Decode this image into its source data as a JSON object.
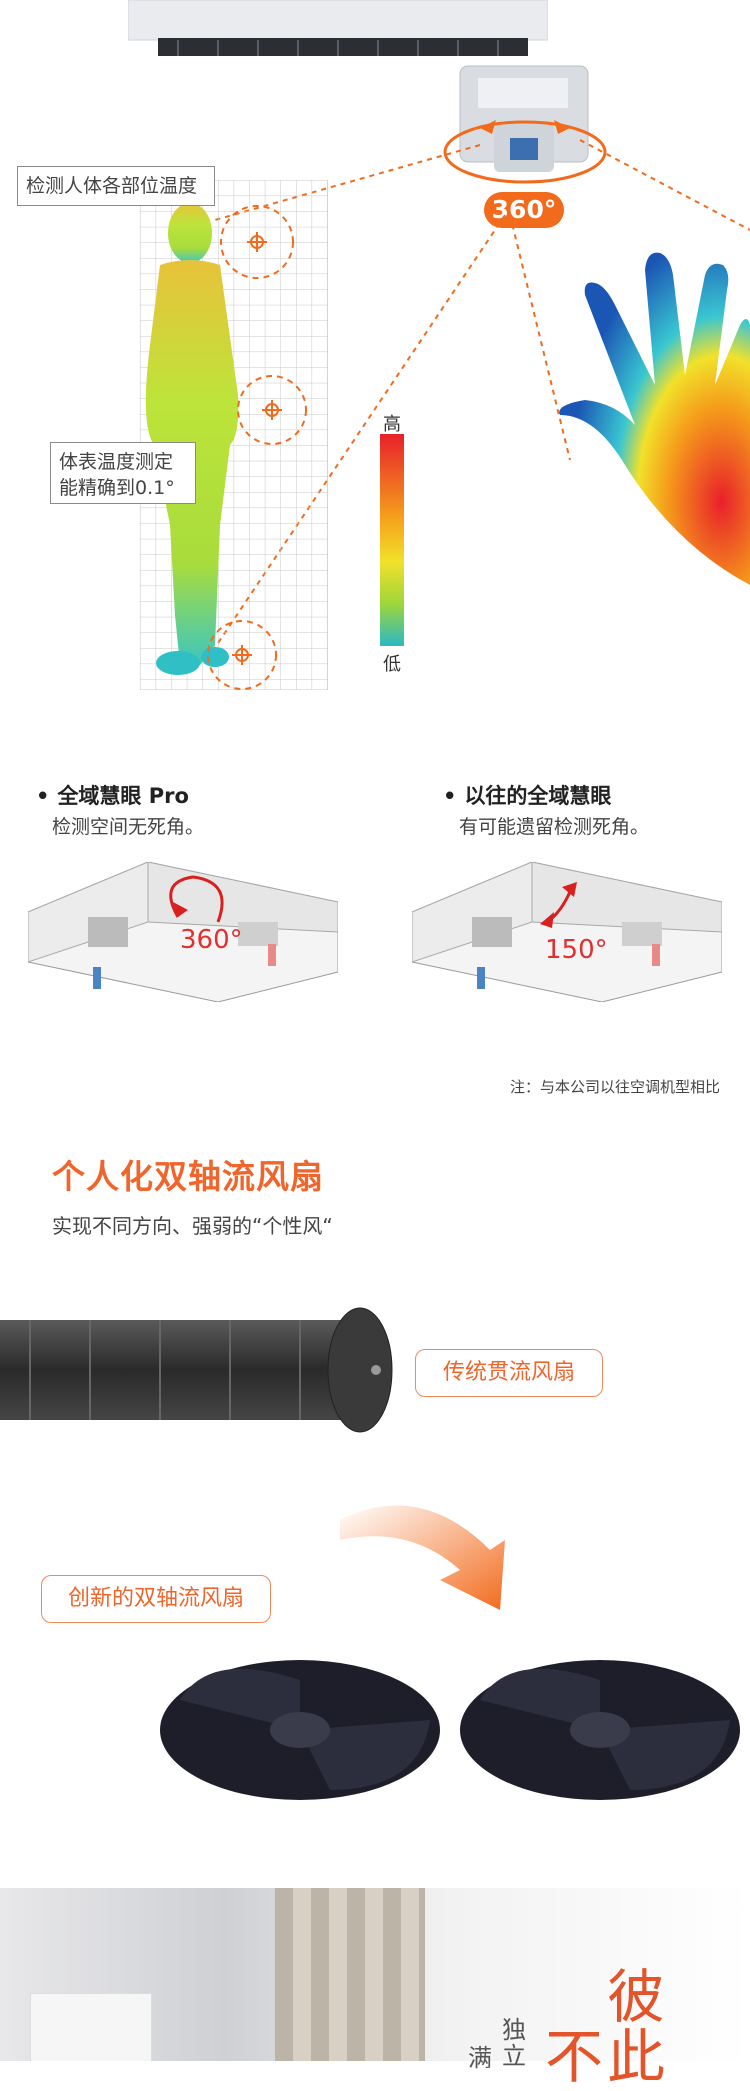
{
  "thermal": {
    "callout_body_temp": "检测人体各部位温度",
    "callout_precision": "体表温度测定能精确到0.1°",
    "sensor_angle": "360°",
    "legend_high": "高",
    "legend_low": "低"
  },
  "comparison": {
    "new": {
      "title": "全域慧眼 Pro",
      "desc": "检测空间无死角。",
      "angle": "360°"
    },
    "old": {
      "title": "以往的全域慧眼",
      "desc": "有可能遗留检测死角。",
      "angle": "150°"
    },
    "note": "注：与本公司以往空调机型相比"
  },
  "fan_section": {
    "title": "个人化双轴流风扇",
    "subtitle": "实现不同方向、强弱的“个性风“",
    "tag_traditional": "传统贯流风扇",
    "tag_innovative": "创新的双轴流风扇"
  },
  "bottom_banner": {
    "big_1": "彼",
    "big_2": "此",
    "big_3": "不",
    "small_1": "独",
    "small_2": "立",
    "small_3": "满"
  },
  "colors": {
    "accent": "#f0652b"
  }
}
